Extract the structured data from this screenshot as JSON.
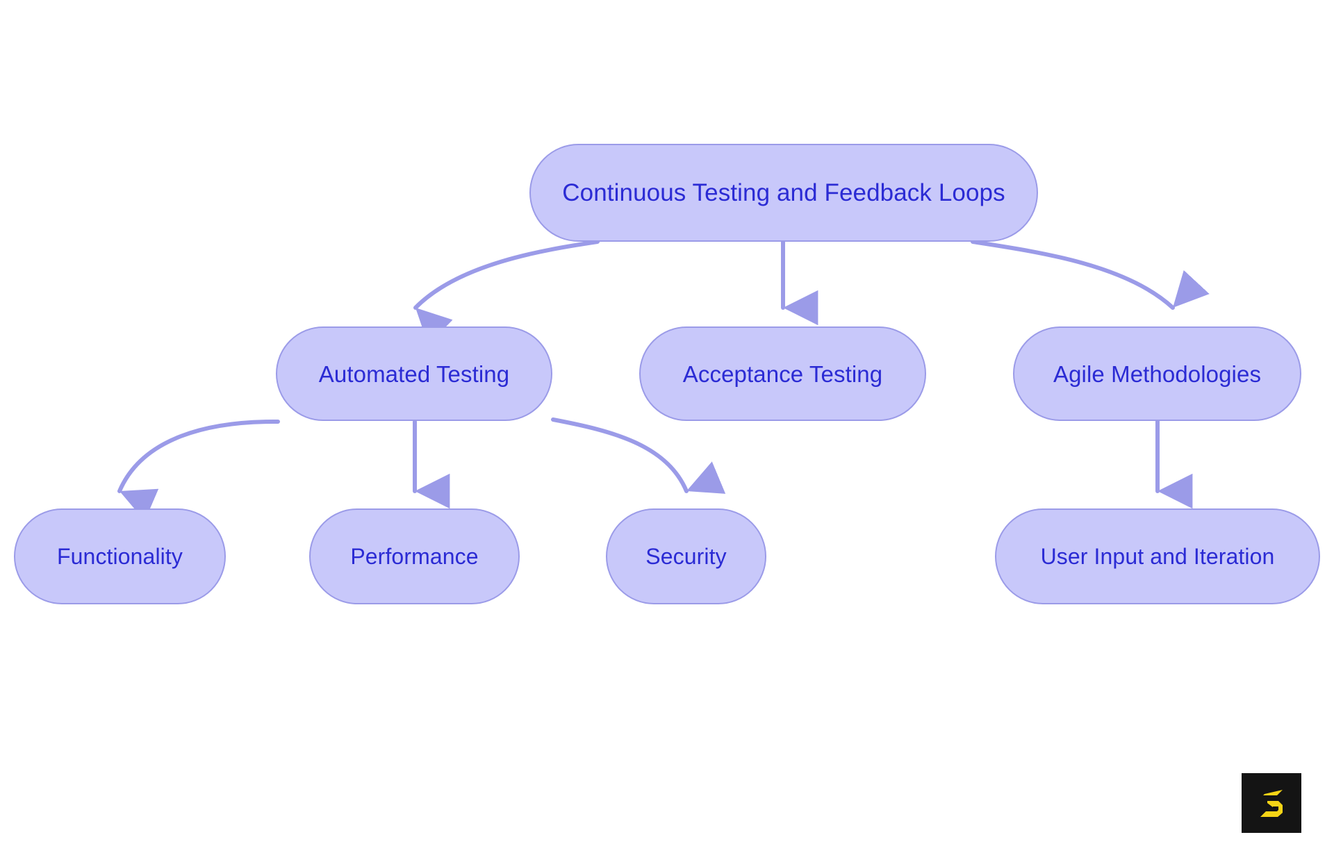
{
  "diagram": {
    "type": "flowchart",
    "orientation": "top-down",
    "theme": {
      "node_fill": "#c8c8fa",
      "node_border": "#9b9be8",
      "node_text": "#2b2bd4",
      "edge_color": "#9b9be8",
      "background": "#ffffff"
    },
    "nodes": [
      {
        "id": "root",
        "label": "Continuous Testing and Feedback Loops",
        "level": 0
      },
      {
        "id": "automated",
        "label": "Automated Testing",
        "level": 1
      },
      {
        "id": "acceptance",
        "label": "Acceptance Testing",
        "level": 1
      },
      {
        "id": "agile",
        "label": "Agile Methodologies",
        "level": 1
      },
      {
        "id": "functionality",
        "label": "Functionality",
        "level": 2
      },
      {
        "id": "performance",
        "label": "Performance",
        "level": 2
      },
      {
        "id": "security",
        "label": "Security",
        "level": 2
      },
      {
        "id": "userinput",
        "label": "User Input and Iteration",
        "level": 2
      }
    ],
    "edges": [
      {
        "from": "root",
        "to": "automated",
        "style": "curved",
        "arrow": "end"
      },
      {
        "from": "root",
        "to": "acceptance",
        "style": "straight",
        "arrow": "end"
      },
      {
        "from": "root",
        "to": "agile",
        "style": "curved",
        "arrow": "end"
      },
      {
        "from": "automated",
        "to": "functionality",
        "style": "curved",
        "arrow": "end"
      },
      {
        "from": "automated",
        "to": "performance",
        "style": "straight",
        "arrow": "end"
      },
      {
        "from": "automated",
        "to": "security",
        "style": "curved",
        "arrow": "end"
      },
      {
        "from": "agile",
        "to": "userinput",
        "style": "straight",
        "arrow": "end"
      }
    ]
  },
  "watermark": {
    "icon": "letter-s-logo",
    "background_color": "#141414",
    "mark_color": "#f5d416"
  }
}
